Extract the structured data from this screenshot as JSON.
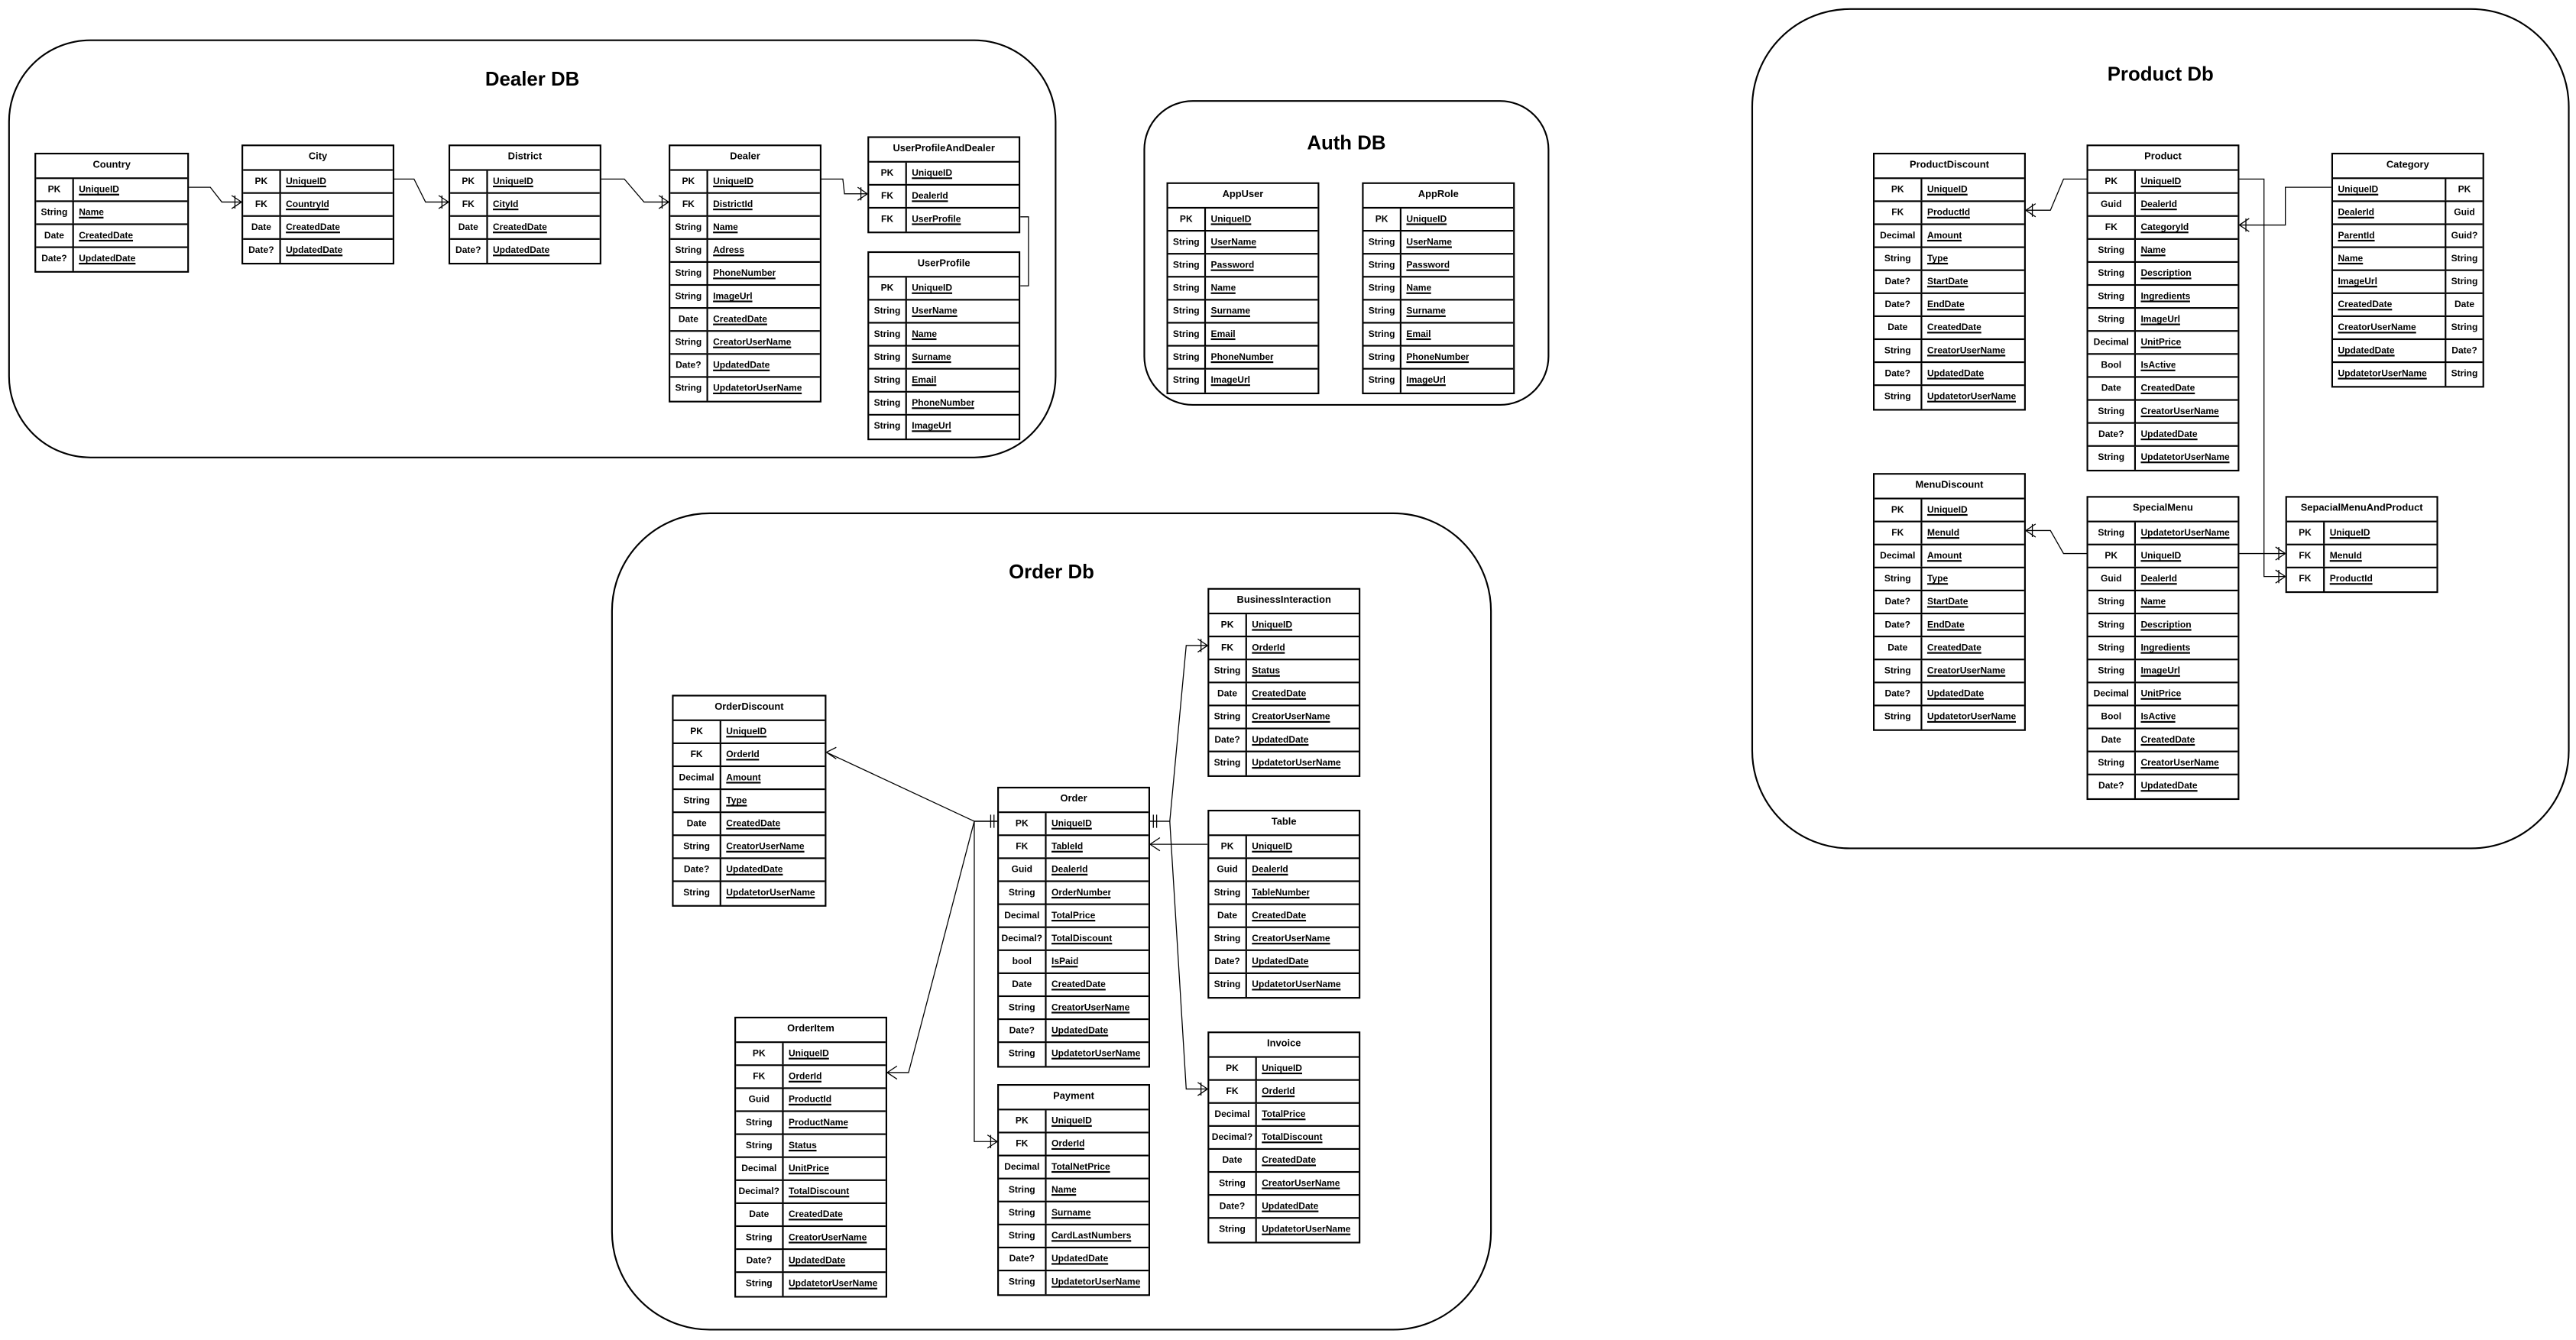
{
  "groups": {
    "dealer": {
      "title": "Dealer DB"
    },
    "auth": {
      "title": "Auth DB"
    },
    "product": {
      "title": "Product Db"
    },
    "order": {
      "title": "Order Db"
    }
  },
  "entities": {
    "country": {
      "name": "Country",
      "rows": [
        {
          "key": "PK",
          "field": "UniqueID"
        },
        {
          "key": "String",
          "field": "Name"
        },
        {
          "key": "Date",
          "field": "CreatedDate"
        },
        {
          "key": "Date?",
          "field": "UpdatedDate"
        }
      ]
    },
    "city": {
      "name": "City",
      "rows": [
        {
          "key": "PK",
          "field": "UniqueID"
        },
        {
          "key": "FK",
          "field": "CountryId"
        },
        {
          "key": "Date",
          "field": "CreatedDate"
        },
        {
          "key": "Date?",
          "field": "UpdatedDate"
        }
      ]
    },
    "district": {
      "name": "District",
      "rows": [
        {
          "key": "PK",
          "field": "UniqueID"
        },
        {
          "key": "FK",
          "field": "CityId"
        },
        {
          "key": "Date",
          "field": "CreatedDate"
        },
        {
          "key": "Date?",
          "field": "UpdatedDate"
        }
      ]
    },
    "dealer": {
      "name": "Dealer",
      "rows": [
        {
          "key": "PK",
          "field": "UniqueID"
        },
        {
          "key": "FK",
          "field": "DistrictId"
        },
        {
          "key": "String",
          "field": "Name"
        },
        {
          "key": "String",
          "field": "Adress"
        },
        {
          "key": "String",
          "field": "PhoneNumber"
        },
        {
          "key": "String",
          "field": "ImageUrl"
        },
        {
          "key": "Date",
          "field": "CreatedDate"
        },
        {
          "key": "String",
          "field": "CreatorUserName"
        },
        {
          "key": "Date?",
          "field": "UpdatedDate"
        },
        {
          "key": "String",
          "field": "UpdatetorUserName"
        }
      ]
    },
    "userProfileAndDealer": {
      "name": "UserProfileAndDealer",
      "rows": [
        {
          "key": "PK",
          "field": "UniqueID"
        },
        {
          "key": "FK",
          "field": "DealerId"
        },
        {
          "key": "FK",
          "field": "UserProfile"
        }
      ]
    },
    "userProfile": {
      "name": "UserProfile",
      "rows": [
        {
          "key": "PK",
          "field": "UniqueID"
        },
        {
          "key": "String",
          "field": "UserName"
        },
        {
          "key": "String",
          "field": "Name"
        },
        {
          "key": "String",
          "field": "Surname"
        },
        {
          "key": "String",
          "field": "Email"
        },
        {
          "key": "String",
          "field": "PhoneNumber"
        },
        {
          "key": "String",
          "field": "ImageUrl"
        }
      ]
    },
    "appUser": {
      "name": "AppUser",
      "rows": [
        {
          "key": "PK",
          "field": "UniqueID"
        },
        {
          "key": "String",
          "field": "UserName"
        },
        {
          "key": "String",
          "field": "Password"
        },
        {
          "key": "String",
          "field": "Name"
        },
        {
          "key": "String",
          "field": "Surname"
        },
        {
          "key": "String",
          "field": "Email"
        },
        {
          "key": "String",
          "field": "PhoneNumber"
        },
        {
          "key": "String",
          "field": "ImageUrl"
        }
      ]
    },
    "appRole": {
      "name": "AppRole",
      "rows": [
        {
          "key": "PK",
          "field": "UniqueID"
        },
        {
          "key": "String",
          "field": "UserName"
        },
        {
          "key": "String",
          "field": "Password"
        },
        {
          "key": "String",
          "field": "Name"
        },
        {
          "key": "String",
          "field": "Surname"
        },
        {
          "key": "String",
          "field": "Email"
        },
        {
          "key": "String",
          "field": "PhoneNumber"
        },
        {
          "key": "String",
          "field": "ImageUrl"
        }
      ]
    },
    "productDiscount": {
      "name": "ProductDiscount",
      "rows": [
        {
          "key": "PK",
          "field": "UniqueID"
        },
        {
          "key": "FK",
          "field": "ProductId"
        },
        {
          "key": "Decimal",
          "field": "Amount"
        },
        {
          "key": "String",
          "field": "Type"
        },
        {
          "key": "Date?",
          "field": "StartDate"
        },
        {
          "key": "Date?",
          "field": "EndDate"
        },
        {
          "key": "Date",
          "field": "CreatedDate"
        },
        {
          "key": "String",
          "field": "CreatorUserName"
        },
        {
          "key": "Date?",
          "field": "UpdatedDate"
        },
        {
          "key": "String",
          "field": "UpdatetorUserName"
        }
      ]
    },
    "product": {
      "name": "Product",
      "rows": [
        {
          "key": "PK",
          "field": "UniqueID"
        },
        {
          "key": "Guid",
          "field": "DealerId"
        },
        {
          "key": "FK",
          "field": "CategoryId"
        },
        {
          "key": "String",
          "field": "Name"
        },
        {
          "key": "String",
          "field": "Description"
        },
        {
          "key": "String",
          "field": "Ingredients"
        },
        {
          "key": "String",
          "field": "ImageUrl"
        },
        {
          "key": "Decimal",
          "field": "UnitPrice"
        },
        {
          "key": "Bool",
          "field": "IsActive"
        },
        {
          "key": "Date",
          "field": "CreatedDate"
        },
        {
          "key": "String",
          "field": "CreatorUserName"
        },
        {
          "key": "Date?",
          "field": "UpdatedDate"
        },
        {
          "key": "String",
          "field": "UpdatetorUserName"
        }
      ]
    },
    "category": {
      "name": "Category",
      "rows": [
        {
          "key": "PK",
          "field": "UniqueID"
        },
        {
          "key": "Guid",
          "field": "DealerId"
        },
        {
          "key": "Guid?",
          "field": "ParentId"
        },
        {
          "key": "String",
          "field": "Name"
        },
        {
          "key": "String",
          "field": "ImageUrl"
        },
        {
          "key": "Date",
          "field": "CreatedDate"
        },
        {
          "key": "String",
          "field": "CreatorUserName"
        },
        {
          "key": "Date?",
          "field": "UpdatedDate"
        },
        {
          "key": "String",
          "field": "UpdatetorUserName"
        }
      ]
    },
    "menuDiscount": {
      "name": "MenuDiscount",
      "rows": [
        {
          "key": "PK",
          "field": "UniqueID"
        },
        {
          "key": "FK",
          "field": "MenuId"
        },
        {
          "key": "Decimal",
          "field": "Amount"
        },
        {
          "key": "String",
          "field": "Type"
        },
        {
          "key": "Date?",
          "field": "StartDate"
        },
        {
          "key": "Date?",
          "field": "EndDate"
        },
        {
          "key": "Date",
          "field": "CreatedDate"
        },
        {
          "key": "String",
          "field": "CreatorUserName"
        },
        {
          "key": "Date?",
          "field": "UpdatedDate"
        },
        {
          "key": "String",
          "field": "UpdatetorUserName"
        }
      ]
    },
    "specialMenu": {
      "name": "SpecialMenu",
      "rows": [
        {
          "key": "String",
          "field": "UpdatetorUserName"
        },
        {
          "key": "PK",
          "field": "UniqueID"
        },
        {
          "key": "Guid",
          "field": "DealerId"
        },
        {
          "key": "String",
          "field": "Name"
        },
        {
          "key": "String",
          "field": "Description"
        },
        {
          "key": "String",
          "field": "Ingredients"
        },
        {
          "key": "String",
          "field": "ImageUrl"
        },
        {
          "key": "Decimal",
          "field": "UnitPrice"
        },
        {
          "key": "Bool",
          "field": "IsActive"
        },
        {
          "key": "Date",
          "field": "CreatedDate"
        },
        {
          "key": "String",
          "field": "CreatorUserName"
        },
        {
          "key": "Date?",
          "field": "UpdatedDate"
        }
      ]
    },
    "sepacialMenuAndProduct": {
      "name": "SepacialMenuAndProduct",
      "rows": [
        {
          "key": "PK",
          "field": "UniqueID"
        },
        {
          "key": "FK",
          "field": "MenuId"
        },
        {
          "key": "FK",
          "field": "ProductId"
        }
      ]
    },
    "orderDiscount": {
      "name": "OrderDiscount",
      "rows": [
        {
          "key": "PK",
          "field": "UniqueID"
        },
        {
          "key": "FK",
          "field": "OrderId"
        },
        {
          "key": "Decimal",
          "field": "Amount"
        },
        {
          "key": "String",
          "field": "Type"
        },
        {
          "key": "Date",
          "field": "CreatedDate"
        },
        {
          "key": "String",
          "field": "CreatorUserName"
        },
        {
          "key": "Date?",
          "field": "UpdatedDate"
        },
        {
          "key": "String",
          "field": "UpdatetorUserName"
        }
      ]
    },
    "order": {
      "name": "Order",
      "rows": [
        {
          "key": "PK",
          "field": "UniqueID"
        },
        {
          "key": "FK",
          "field": "TableId"
        },
        {
          "key": "Guid",
          "field": "DealerId"
        },
        {
          "key": "String",
          "field": "OrderNumber"
        },
        {
          "key": "Decimal",
          "field": "TotalPrice"
        },
        {
          "key": "Decimal?",
          "field": "TotalDiscount"
        },
        {
          "key": "bool",
          "field": "IsPaid"
        },
        {
          "key": "Date",
          "field": "CreatedDate"
        },
        {
          "key": "String",
          "field": "CreatorUserName"
        },
        {
          "key": "Date?",
          "field": "UpdatedDate"
        },
        {
          "key": "String",
          "field": "UpdatetorUserName"
        }
      ]
    },
    "businessInteraction": {
      "name": "BusinessInteraction",
      "rows": [
        {
          "key": "PK",
          "field": "UniqueID"
        },
        {
          "key": "FK",
          "field": "OrderId"
        },
        {
          "key": "String",
          "field": "Status"
        },
        {
          "key": "Date",
          "field": "CreatedDate"
        },
        {
          "key": "String",
          "field": "CreatorUserName"
        },
        {
          "key": "Date?",
          "field": "UpdatedDate"
        },
        {
          "key": "String",
          "field": "UpdatetorUserName"
        }
      ]
    },
    "table": {
      "name": "Table",
      "rows": [
        {
          "key": "PK",
          "field": "UniqueID"
        },
        {
          "key": "Guid",
          "field": "DealerId"
        },
        {
          "key": "String",
          "field": "TableNumber"
        },
        {
          "key": "Date",
          "field": "CreatedDate"
        },
        {
          "key": "String",
          "field": "CreatorUserName"
        },
        {
          "key": "Date?",
          "field": "UpdatedDate"
        },
        {
          "key": "String",
          "field": "UpdatetorUserName"
        }
      ]
    },
    "orderItem": {
      "name": "OrderItem",
      "rows": [
        {
          "key": "PK",
          "field": "UniqueID"
        },
        {
          "key": "FK",
          "field": "OrderId"
        },
        {
          "key": "Guid",
          "field": "ProductId"
        },
        {
          "key": "String",
          "field": "ProductName"
        },
        {
          "key": "String",
          "field": "Status"
        },
        {
          "key": "Decimal",
          "field": "UnitPrice"
        },
        {
          "key": "Decimal?",
          "field": "TotalDiscount"
        },
        {
          "key": "Date",
          "field": "CreatedDate"
        },
        {
          "key": "String",
          "field": "CreatorUserName"
        },
        {
          "key": "Date?",
          "field": "UpdatedDate"
        },
        {
          "key": "String",
          "field": "UpdatetorUserName"
        }
      ]
    },
    "payment": {
      "name": "Payment",
      "rows": [
        {
          "key": "PK",
          "field": "UniqueID"
        },
        {
          "key": "FK",
          "field": "OrderId"
        },
        {
          "key": "Decimal",
          "field": "TotalNetPrice"
        },
        {
          "key": "String",
          "field": "Name"
        },
        {
          "key": "String",
          "field": "Surname"
        },
        {
          "key": "String",
          "field": "CardLastNumbers"
        },
        {
          "key": "Date?",
          "field": "UpdatedDate"
        },
        {
          "key": "String",
          "field": "UpdatetorUserName"
        }
      ]
    },
    "invoice": {
      "name": "Invoice",
      "rows": [
        {
          "key": "PK",
          "field": "UniqueID"
        },
        {
          "key": "FK",
          "field": "OrderId"
        },
        {
          "key": "Decimal",
          "field": "TotalPrice"
        },
        {
          "key": "Decimal?",
          "field": "TotalDiscount"
        },
        {
          "key": "Date",
          "field": "CreatedDate"
        },
        {
          "key": "String",
          "field": "CreatorUserName"
        },
        {
          "key": "Date?",
          "field": "UpdatedDate"
        },
        {
          "key": "String",
          "field": "UpdatetorUserName"
        }
      ]
    }
  }
}
